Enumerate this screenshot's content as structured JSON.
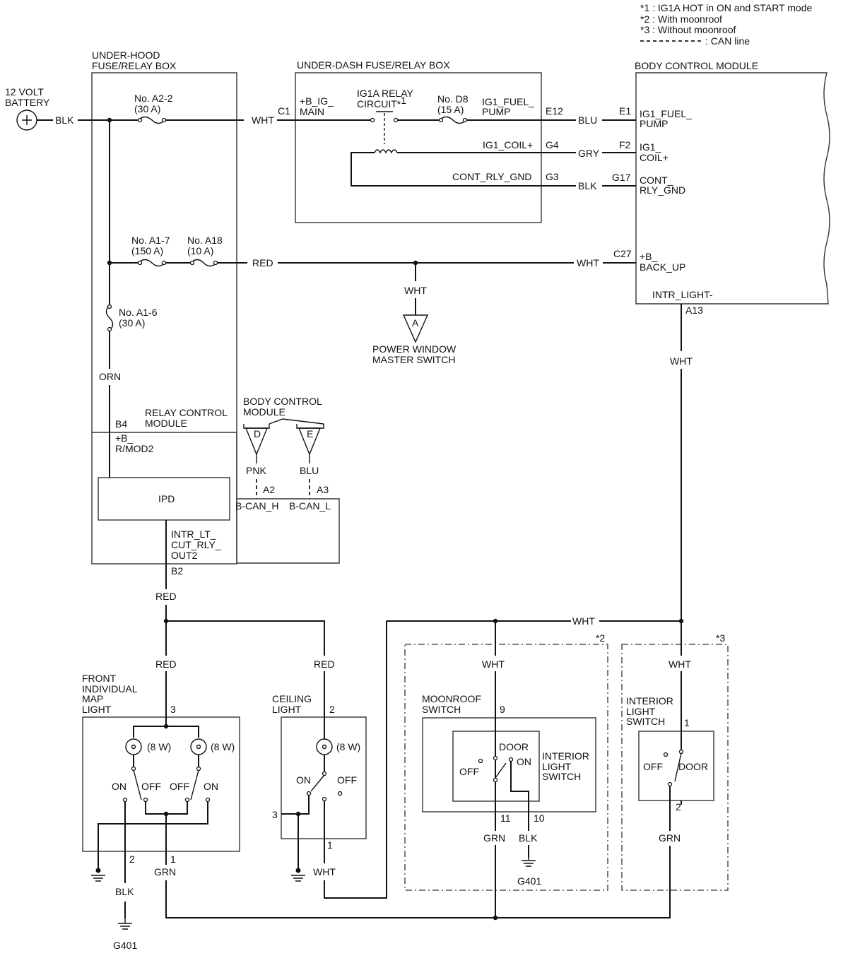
{
  "legend": {
    "note1": "*1 : IG1A HOT in ON and START mode",
    "note2": "*2 : With moonroof",
    "note3": "*3 : Without moonroof",
    "can_line": ": CAN line"
  },
  "battery": {
    "l1": "12 VOLT",
    "l2": "BATTERY"
  },
  "underhood": {
    "title1": "UNDER-HOOD",
    "title2": "FUSE/RELAY BOX",
    "fuse_a2_2": "No. A2-2",
    "fuse_a2_2_rating": "(30 A)",
    "fuse_a1_7": "No. A1-7",
    "fuse_a1_7_rating": "(150 A)",
    "fuse_a18": "No. A18",
    "fuse_a18_rating": "(10 A)",
    "fuse_a1_6": "No. A1-6",
    "fuse_a1_6_rating": "(30 A)",
    "rcm1": "RELAY CONTROL",
    "rcm2": "MODULE",
    "pin_b4": "B4",
    "b_rmod1": "+B_",
    "b_rmod2": "R/MOD2",
    "ipd": "IPD",
    "intr1": "INTR_LT_",
    "intr2": "CUT_RLY_",
    "intr3": "OUT2",
    "pin_b2": "B2"
  },
  "underdash": {
    "title": "UNDER-DASH FUSE/RELAY BOX",
    "pin_c1": "C1",
    "bigmain1": "+B_IG_",
    "bigmain2": "MAIN",
    "relay1": "IG1A RELAY",
    "relay2": "CIRCUIT*",
    "relay_sup": "1",
    "fuse_d8": "No. D8",
    "fuse_d8_rating": "(15 A)",
    "fuelpump1": "IG1_FUEL_",
    "fuelpump2": "PUMP",
    "pin_e12": "E12",
    "coil": "IG1_COIL+",
    "pin_g4": "G4",
    "gnd": "CONT_RLY_GND",
    "pin_g3": "G3"
  },
  "bcm": {
    "title": "BODY CONTROL MODULE",
    "pin_e1": "E1",
    "fuel1": "IG1_FUEL_",
    "fuel2": "PUMP",
    "pin_f2": "F2",
    "coil1": "IG1_",
    "coil2": "COIL+",
    "pin_g17": "G17",
    "gnd1": "CONT_",
    "gnd2": "RLY_GND",
    "pin_c27": "C27",
    "backup1": "+B_",
    "backup2": "BACK_UP",
    "intr": "INTR_LIGHT-",
    "pin_a13": "A13"
  },
  "bcm2": {
    "title1": "BODY CONTROL",
    "title2": "MODULE",
    "conn_d": "D",
    "conn_e": "E",
    "pin_a2": "A2",
    "pin_a3": "A3",
    "canh": "B-CAN_H",
    "canl": "B-CAN_L"
  },
  "pws": {
    "conn": "A",
    "l1": "POWER WINDOW",
    "l2": "MASTER SWITCH"
  },
  "wires": {
    "blk": "BLK",
    "wht": "WHT",
    "blu": "BLU",
    "gry": "GRY",
    "red": "RED",
    "orn": "ORN",
    "pnk": "PNK",
    "grn": "GRN"
  },
  "map_light": {
    "l1": "FRONT",
    "l2": "INDIVIDUAL",
    "l3": "MAP",
    "l4": "LIGHT",
    "pin3": "3",
    "pin2": "2",
    "pin1": "1",
    "bulb": "(8 W)",
    "on": "ON",
    "off": "OFF"
  },
  "ceiling": {
    "l1": "CEILING",
    "l2": "LIGHT",
    "pin2": "2",
    "pin3": "3",
    "pin1": "1",
    "bulb": "(8 W)",
    "on": "ON",
    "off": "OFF"
  },
  "moonroof": {
    "tag": "*2",
    "l1": "MOONROOF",
    "l2": "SWITCH",
    "pin9": "9",
    "pin11": "11",
    "pin10": "10",
    "door": "DOOR",
    "off": "OFF",
    "on": "ON",
    "ils1": "INTERIOR",
    "ils2": "LIGHT",
    "ils3": "SWITCH"
  },
  "interior": {
    "tag": "*3",
    "l1": "INTERIOR",
    "l2": "LIGHT",
    "l3": "SWITCH",
    "pin1": "1",
    "pin2": "2",
    "off": "OFF",
    "door": "DOOR"
  },
  "ground": {
    "g401": "G401"
  }
}
